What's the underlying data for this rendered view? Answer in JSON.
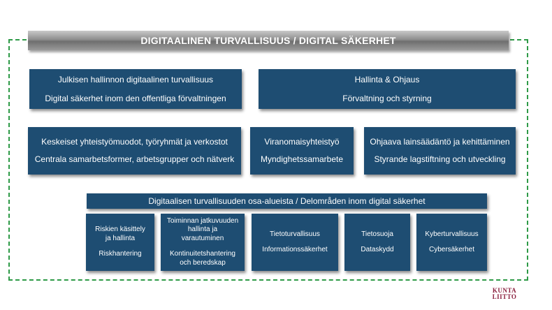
{
  "title": "DIGITAALINEN TURVALLISUUS / DIGITAL SÄKERHET",
  "boxes": {
    "public_admin": {
      "fi": "Julkisen hallinnon digitaalinen turvallisuus",
      "sv": "Digital säkerhet inom den offentliga förvaltningen"
    },
    "governance": {
      "fi": "Hallinta & Ohjaus",
      "sv": "Förvaltning och styrning"
    },
    "cooperation": {
      "fi": "Keskeiset yhteistyömuodot, työryhmät ja verkostot",
      "sv": "Centrala samarbetsformer, arbetsgrupper och nätverk"
    },
    "authority": {
      "fi": "Viranomaisyhteistyö",
      "sv": "Myndighetssamarbete"
    },
    "legislation": {
      "fi": "Ohjaava lainsäädäntö ja kehittäminen",
      "sv": "Styrande lagstiftning och utveckling"
    },
    "subareas_header": "Digitaalisen turvallisuuden osa-alueista / Delområden inom digital säkerhet"
  },
  "subareas": [
    {
      "fi": "Riskien käsittely ja hallinta",
      "sv": "Riskhantering"
    },
    {
      "fi": "Toiminnan jatkuvuuden hallinta ja varautuminen",
      "sv": "Kontinuitetshantering och beredskap"
    },
    {
      "fi": "Tietoturvallisuus",
      "sv": "Informationssäkerhet"
    },
    {
      "fi": "Tietosuoja",
      "sv": "Dataskydd"
    },
    {
      "fi": "Kyberturvallisuus",
      "sv": "Cybersäkerhet"
    }
  ],
  "logo": {
    "line1": "KUNTA",
    "line2": "LIITTO"
  },
  "colors": {
    "box": "#1e4d72",
    "frame": "#2e9a47",
    "logo": "#8a1f3d"
  }
}
